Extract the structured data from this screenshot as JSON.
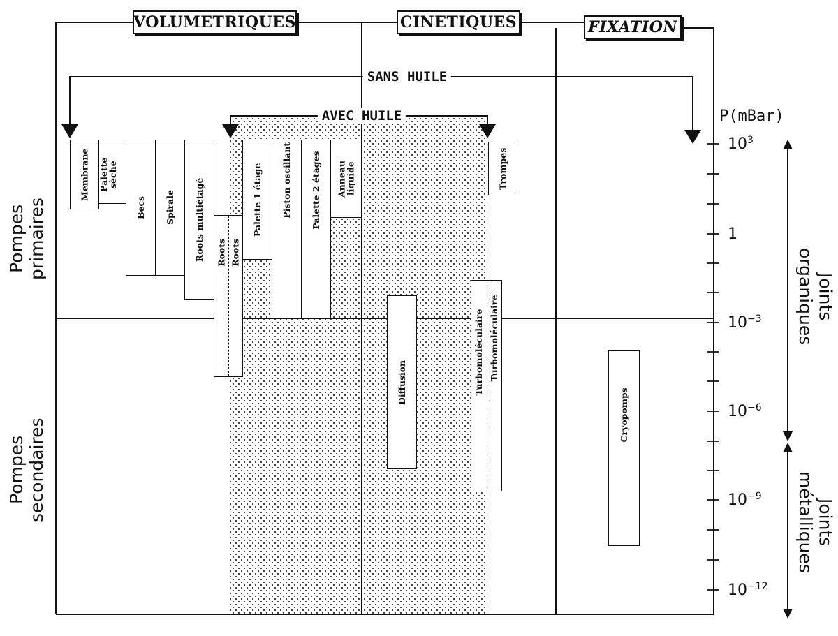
{
  "headers": {
    "volumetriques": "VOLUMETRIQUES",
    "cinetiques": "CINETIQUES",
    "fixation": "FIXATION"
  },
  "brackets": {
    "sans_huile": "SANS HUILE",
    "avec_huile": "AVEC HUILE"
  },
  "axis": {
    "unit": "P(mBar)",
    "ticks": [
      {
        "base": "10",
        "exp": "3"
      },
      {
        "base": "1",
        "exp": ""
      },
      {
        "base": "10",
        "exp": "−3"
      },
      {
        "base": "10",
        "exp": "−6"
      },
      {
        "base": "10",
        "exp": "−9"
      },
      {
        "base": "10",
        "exp": "−12"
      }
    ]
  },
  "side_labels": {
    "primaires": "Pompes\nprimaires",
    "secondaires": "Pompes\nsecondaires",
    "organiques": "Joints\norganiques",
    "metalliques": "Joints\nmétalliques"
  },
  "pumps": {
    "membrane": "Membrane",
    "palette_seche": "Palette\nsèche",
    "becs": "Becs",
    "spirale": "Spirale",
    "roots_multietage": "Roots multiétagé",
    "roots_a": "Roots",
    "roots_b": "Roots",
    "palette_1": "Palette 1 étage",
    "piston": "Piston oscillant",
    "palette_2": "Palette 2 étages",
    "anneau": "Anneau\nliquide",
    "trompes": "Trompes",
    "diffusion": "Diffusion",
    "turbo_a": "Turbomoléculaire",
    "turbo_b": "Turbomoléculaire",
    "cryo": "Cryopomps"
  }
}
